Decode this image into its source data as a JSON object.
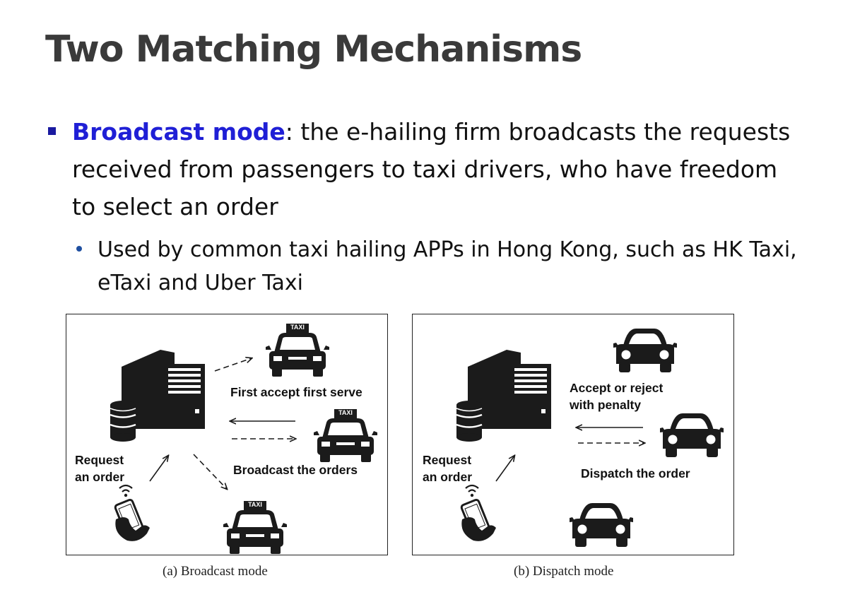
{
  "slide": {
    "title": "Two Matching Mechanisms",
    "bullet1": {
      "emphasis": "Broadcast mode",
      "text": ": the e-hailing firm broadcasts the requests received from passengers to taxi drivers, who have freedom to select an order"
    },
    "bullet2": {
      "text": "Used by common taxi hailing APPs in Hong Kong, such as HK Taxi, eTaxi and Uber Taxi"
    }
  },
  "figure_a": {
    "taxi_sign": "TAXI",
    "label_first": "First accept first serve",
    "label_broadcast": "Broadcast the orders",
    "label_request": "Request\nan order",
    "caption": "(a) Broadcast mode"
  },
  "figure_b": {
    "label_accept": "Accept or reject\nwith penalty",
    "label_dispatch": "Dispatch the order",
    "label_request": "Request\nan order",
    "caption": "(b) Dispatch mode"
  },
  "colors": {
    "title": "#3a3a3a",
    "emphasis": "#1f1fd6",
    "icon": "#1b1b1b"
  }
}
